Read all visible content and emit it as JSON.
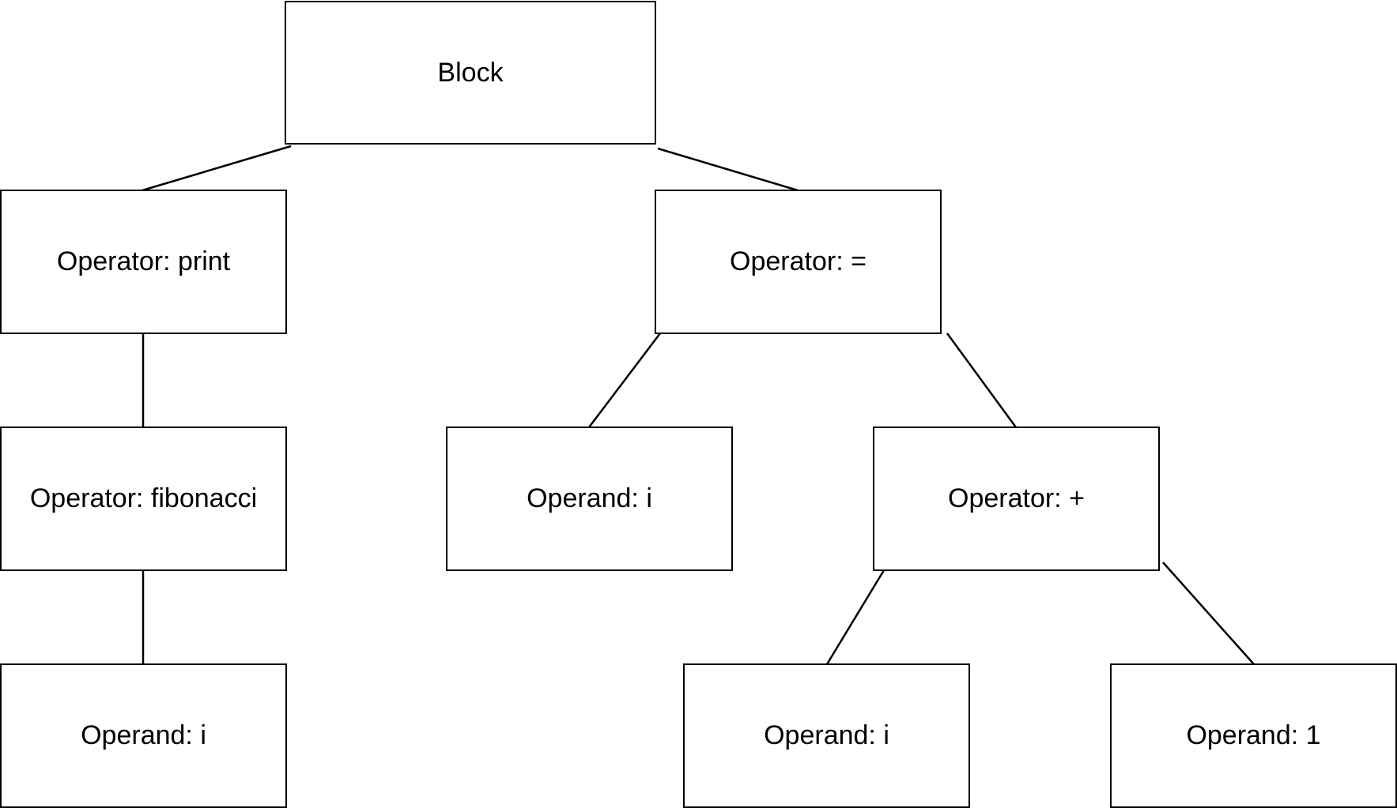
{
  "diagram": {
    "type": "tree",
    "colors": {
      "stroke": "#000000",
      "fill": "#ffffff",
      "text": "#000000"
    },
    "nodes": {
      "block": "Block",
      "print": "Operator: print",
      "assign": "Operator: =",
      "fibonacci": "Operator: fibonacci",
      "operand_i_left": "Operand: i",
      "plus": "Operator: +",
      "operand_i_bottom": "Operand: i",
      "operand_i_plus": "Operand: i",
      "operand_1": "Operand: 1"
    },
    "edges": [
      [
        "block",
        "print"
      ],
      [
        "block",
        "assign"
      ],
      [
        "print",
        "fibonacci"
      ],
      [
        "fibonacci",
        "operand_i_bottom"
      ],
      [
        "assign",
        "operand_i_left"
      ],
      [
        "assign",
        "plus"
      ],
      [
        "plus",
        "operand_i_plus"
      ],
      [
        "plus",
        "operand_1"
      ]
    ]
  }
}
